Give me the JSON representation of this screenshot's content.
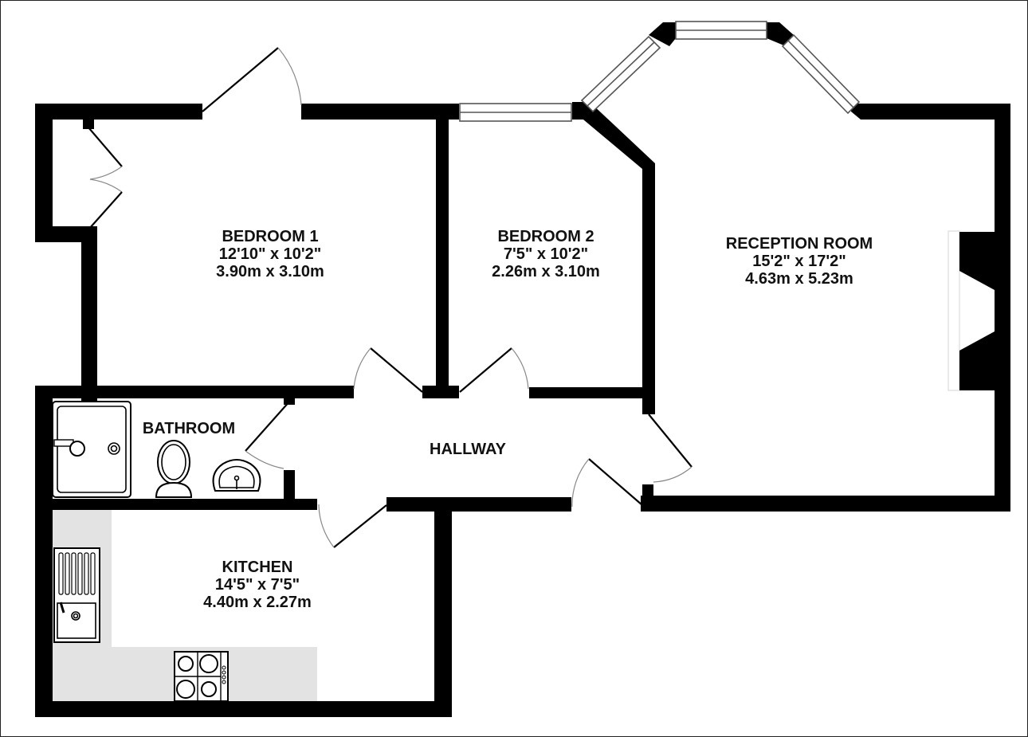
{
  "floorplan": {
    "colors": {
      "wall": "#000000",
      "counter": "#e3e3e3",
      "background": "#ffffff",
      "window_line": "#555555",
      "door_arc": "#888888"
    },
    "rooms": {
      "bedroom1": {
        "name": "BEDROOM 1",
        "imperial": "12'10\"  x 10'2\"",
        "metric": "3.90m  x 3.10m"
      },
      "bedroom2": {
        "name": "BEDROOM 2",
        "imperial": "7'5\"  x 10'2\"",
        "metric": "2.26m  x 3.10m"
      },
      "reception": {
        "name": "RECEPTION ROOM",
        "imperial": "15'2\"  x 17'2\"",
        "metric": "4.63m  x 5.23m"
      },
      "bathroom": {
        "name": "BATHROOM"
      },
      "hallway": {
        "name": "HALLWAY"
      },
      "kitchen": {
        "name": "KITCHEN",
        "imperial": "14'5\"  x 7'5\"",
        "metric": "4.40m  x 2.27m"
      }
    },
    "fixtures": [
      "shower-tray",
      "toilet",
      "wash-basin",
      "kitchen-sink-with-drainer",
      "gas-hob-4-burner",
      "fireplace",
      "bay-window",
      "wardrobe"
    ]
  }
}
